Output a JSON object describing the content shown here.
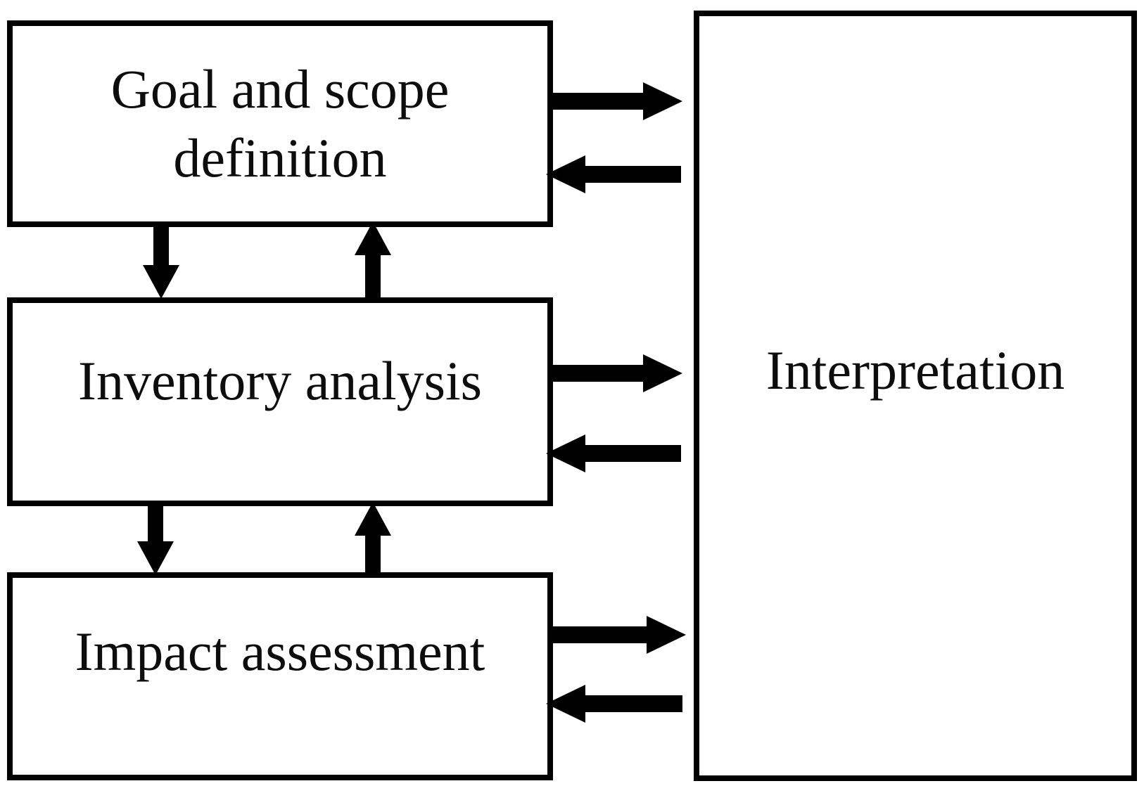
{
  "diagram": {
    "title": "Life cycle assessment framework flow diagram",
    "nodes": {
      "goal": {
        "label": "Goal and scope definition",
        "lines": [
          "Goal and scope",
          "definition"
        ]
      },
      "inventory": {
        "label": "Inventory analysis"
      },
      "impact": {
        "label": "Impact assessment"
      },
      "interpretation": {
        "label": "Interpretation"
      }
    },
    "connections": [
      {
        "from": "Goal and scope definition",
        "to": "Inventory analysis",
        "type": "bidirectional"
      },
      {
        "from": "Inventory analysis",
        "to": "Impact assessment",
        "type": "bidirectional"
      },
      {
        "from": "Goal and scope definition",
        "to": "Interpretation",
        "type": "bidirectional"
      },
      {
        "from": "Inventory analysis",
        "to": "Interpretation",
        "type": "bidirectional"
      },
      {
        "from": "Impact assessment",
        "to": "Interpretation",
        "type": "bidirectional"
      }
    ],
    "colors": {
      "line": "#000000",
      "background": "#ffffff",
      "text": "#0d0d0d"
    }
  }
}
